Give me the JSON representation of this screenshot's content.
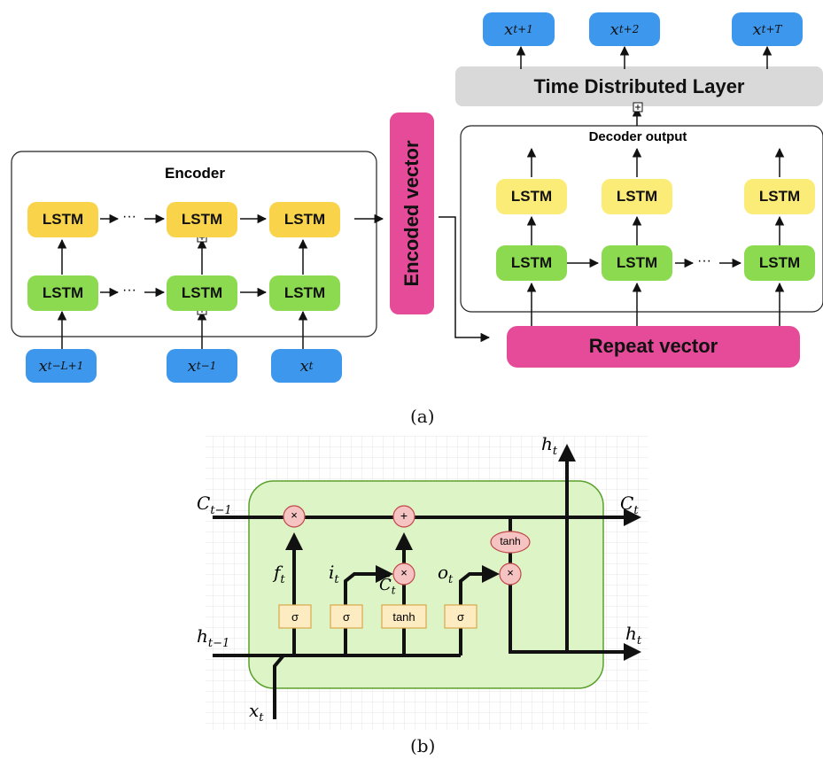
{
  "panel_a": {
    "label": "(a)",
    "encoder_title": "Encoder",
    "encoder_top_row": [
      "LSTM",
      "LSTM",
      "LSTM"
    ],
    "encoder_bottom_row": [
      "LSTM",
      "LSTM",
      "LSTM"
    ],
    "ellipsis": "···",
    "inputs": [
      {
        "base": "x",
        "sub": "t−L+1"
      },
      {
        "base": "x",
        "sub": "t−1"
      },
      {
        "base": "x",
        "sub": "t"
      }
    ],
    "encoded_vector": "Encoded vector",
    "decoder_title": "Decoder output",
    "decoder_top_row": [
      "LSTM",
      "LSTM",
      "LSTM"
    ],
    "decoder_bottom_row": [
      "LSTM",
      "LSTM",
      "LSTM"
    ],
    "repeat_vector": "Repeat vector",
    "time_distributed": "Time Distributed Layer",
    "outputs": [
      {
        "base": "x",
        "sub": "t+1"
      },
      {
        "base": "x",
        "sub": "t+2"
      },
      {
        "base": "x",
        "sub": "t+T"
      }
    ],
    "plus_symbol": "⊞"
  },
  "panel_b": {
    "label": "(b)",
    "labels": {
      "c_prev": "C",
      "c_prev_sub": "t−1",
      "c_next": "C",
      "c_next_sub": "t",
      "h_prev": "h",
      "h_prev_sub": "t−1",
      "h_out": "h",
      "h_out_sub": "t",
      "h_top": "h",
      "h_top_sub": "t",
      "x_in": "x",
      "x_in_sub": "t",
      "f": "f",
      "f_sub": "t",
      "i": "i",
      "i_sub": "t",
      "o": "o",
      "o_sub": "t",
      "c_tilde": "C̃",
      "c_tilde_sub": "t"
    },
    "gates": [
      "σ",
      "σ",
      "tanh",
      "σ"
    ],
    "ops": {
      "mult": "×",
      "plus": "+",
      "tanh": "tanh"
    }
  },
  "colors": {
    "yellow": "#f9d44a",
    "light_yellow": "#fbeb77",
    "green": "#8bda4f",
    "blue": "#3d97ec",
    "pink": "#e54b98",
    "grey": "#d9d9d9",
    "cell_green": "#ddf5c6",
    "op_pink": "#f6c3c3"
  }
}
